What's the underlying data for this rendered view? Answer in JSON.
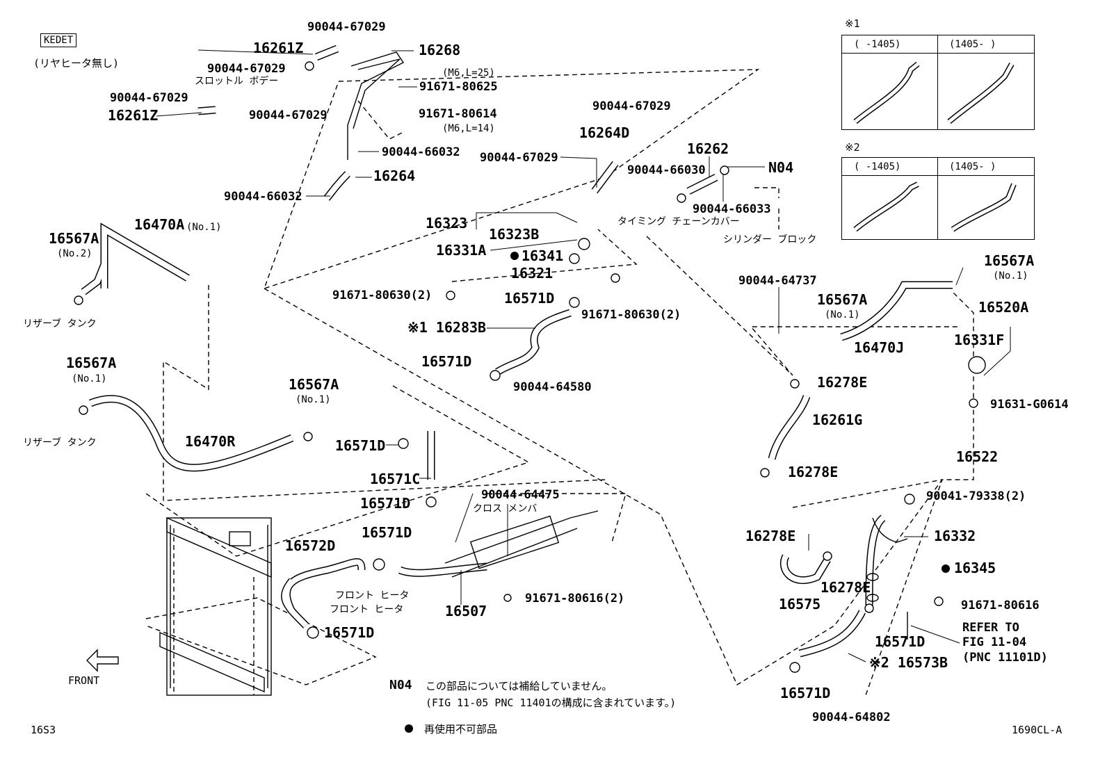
{
  "header": {
    "model_code": "KEDET",
    "model_note": "(リヤヒータ無し)"
  },
  "notes": {
    "n04_code": "N04",
    "n04_text_1": "この部品については補給していません。",
    "n04_text_2": "(FIG 11-05 PNC 11401の構成に含まれています。)",
    "bullet_text": "再使用不可部品",
    "page_left": "16S3",
    "page_right": "1690CL-A",
    "front": "FRONT"
  },
  "insets": [
    {
      "mark": "※1",
      "col1": "(    -1405)",
      "col2": "(1405-    )"
    },
    {
      "mark": "※2",
      "col1": "(    -1405)",
      "col2": "(1405-    )"
    }
  ],
  "labels": {
    "p1": "90044-67029",
    "p2": "16261Z",
    "p3": "16268",
    "p4": "90044-67029",
    "p5": "スロットル ボデー",
    "p6": "(M6,L=25)",
    "p7": "91671-80625",
    "p8": "90044-67029",
    "p9": "16261Z",
    "p10": "90044-67029",
    "p11": "91671-80614",
    "p12": "(M6,L=14)",
    "p13": "90044-66032",
    "p14": "16264",
    "p15": "90044-66032",
    "p16": "90044-67029",
    "p17": "16264D",
    "p18": "90044-67029",
    "p19": "16262",
    "p20": "N04",
    "p21": "90044-66030",
    "p22": "90044-66033",
    "p23": "タイミング チェーンカバー",
    "p24": "シリンダー ブロック",
    "p25": "16323",
    "p26": "16323B",
    "p27": "16331A",
    "p28": "16341",
    "p29": "16321",
    "p30": "91671-80630(2)",
    "p31": "16571D",
    "p32": "91671-80630(2)",
    "p33": "※1 16283B",
    "p34": "16571D",
    "p35": "90044-64580",
    "p36": "16567A",
    "p37": "(No.2)",
    "p38": "16470A",
    "p39": "(No.1)",
    "p40": "リザーブ タンク",
    "p41": "16567A",
    "p42": "(No.1)",
    "p43": "リザーブ タンク",
    "p44": "16470R",
    "p45": "16567A",
    "p46": "(No.1)",
    "p47": "16571D",
    "p48": "16571C",
    "p49": "16571D",
    "p50": "16572D",
    "p51": "16571D",
    "p52": "90044-64475",
    "p53": "クロス メンバ",
    "p54": "フロント ヒータ",
    "p55": "フロント ヒータ",
    "p56": "16507",
    "p57": "91671-80616(2)",
    "p58": "16571D",
    "p59": "90044-64737",
    "p60": "16567A",
    "p61": "(No.1)",
    "p62": "16470J",
    "p63": "16567A",
    "p64": "(No.1)",
    "p65": "16520A",
    "p66": "16331F",
    "p67": "91631-G0614",
    "p68": "16522",
    "p69": "16278E",
    "p70": "16261G",
    "p71": "16278E",
    "p72": "90041-79338(2)",
    "p73": "16332",
    "p74": "16278E",
    "p75": "16345",
    "p76": "16278E",
    "p77": "16575",
    "p78": "91671-80616",
    "p79": "REFER TO",
    "p80": "FIG 11-04",
    "p81": "(PNC 11101D)",
    "p82": "16571D",
    "p83": "※2 16573B",
    "p84": "16571D",
    "p85": "90044-64802"
  }
}
